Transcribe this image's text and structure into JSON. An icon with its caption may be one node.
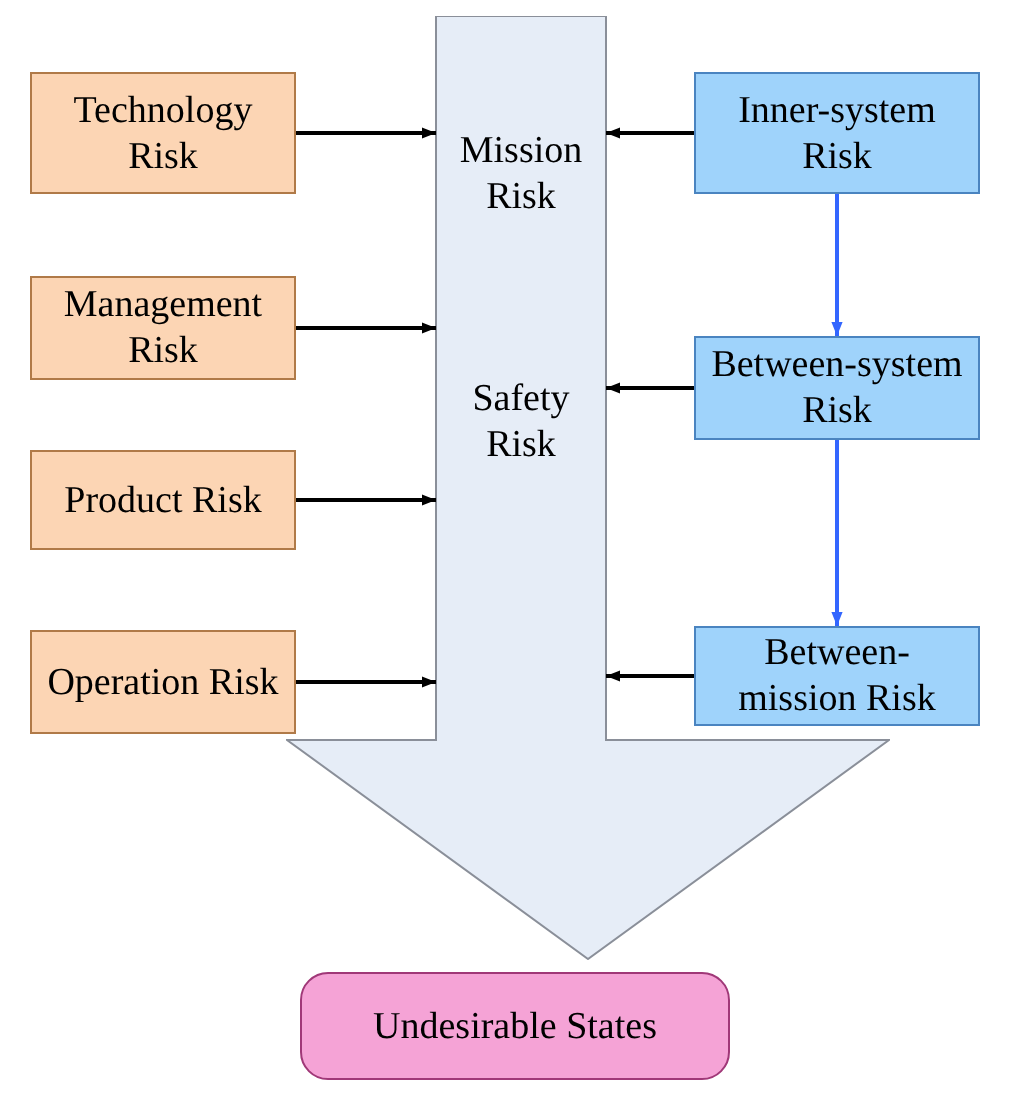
{
  "diagram": {
    "nodes": [
      {
        "text": [
          "Mission Risk",
          "Safety Risk"
        ]
      },
      {
        "text": [
          "Technology Risk"
        ]
      },
      {
        "text": [
          "Management Risk"
        ]
      },
      {
        "text": [
          "Product Risk"
        ]
      },
      {
        "text": [
          "Operation Risk"
        ]
      },
      {
        "text": [
          "Inner-system Risk"
        ]
      },
      {
        "text": [
          "Between-system Risk"
        ]
      },
      {
        "text": [
          "Between-mission Risk"
        ]
      },
      {
        "text": [
          "Undesirable States"
        ]
      }
    ],
    "edges": [
      {
        "from": 1,
        "to": 0,
        "arrow": "to"
      },
      {
        "from": 2,
        "to": 0,
        "arrow": "to"
      },
      {
        "from": 3,
        "to": 0,
        "arrow": "to"
      },
      {
        "from": 4,
        "to": 0,
        "arrow": "to"
      },
      {
        "from": 5,
        "to": 0,
        "arrow": "to"
      },
      {
        "from": 6,
        "to": 0,
        "arrow": "to"
      },
      {
        "from": 7,
        "to": 0,
        "arrow": "to"
      },
      {
        "from": 5,
        "to": 6,
        "arrow": "to",
        "color": "#3366ff"
      },
      {
        "from": 6,
        "to": 7,
        "arrow": "to",
        "color": "#3366ff"
      }
    ]
  }
}
